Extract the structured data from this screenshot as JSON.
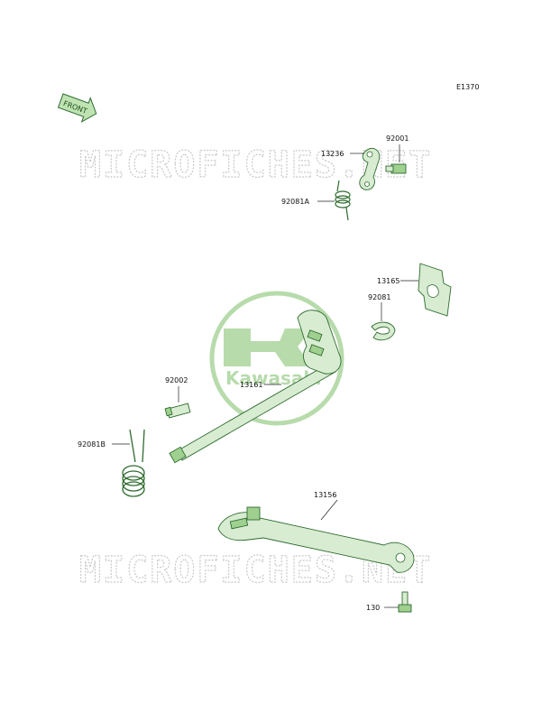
{
  "diagram_code": "E1370",
  "front_badge": "FRONT",
  "watermark_text": "MICROFICHES.NET",
  "logo_text": "Kawasaki",
  "colors": {
    "part_fill": "#d8ecd2",
    "part_stroke": "#2f6b2f",
    "logo_green": "#7cc26a"
  },
  "parts": {
    "p13236": "13236",
    "p92001": "92001",
    "p92081A": "92081A",
    "p13165": "13165",
    "p92081": "92081",
    "p92002": "92002",
    "p13161": "13161",
    "p92081B": "92081B",
    "p13156": "13156",
    "p130": "130"
  }
}
